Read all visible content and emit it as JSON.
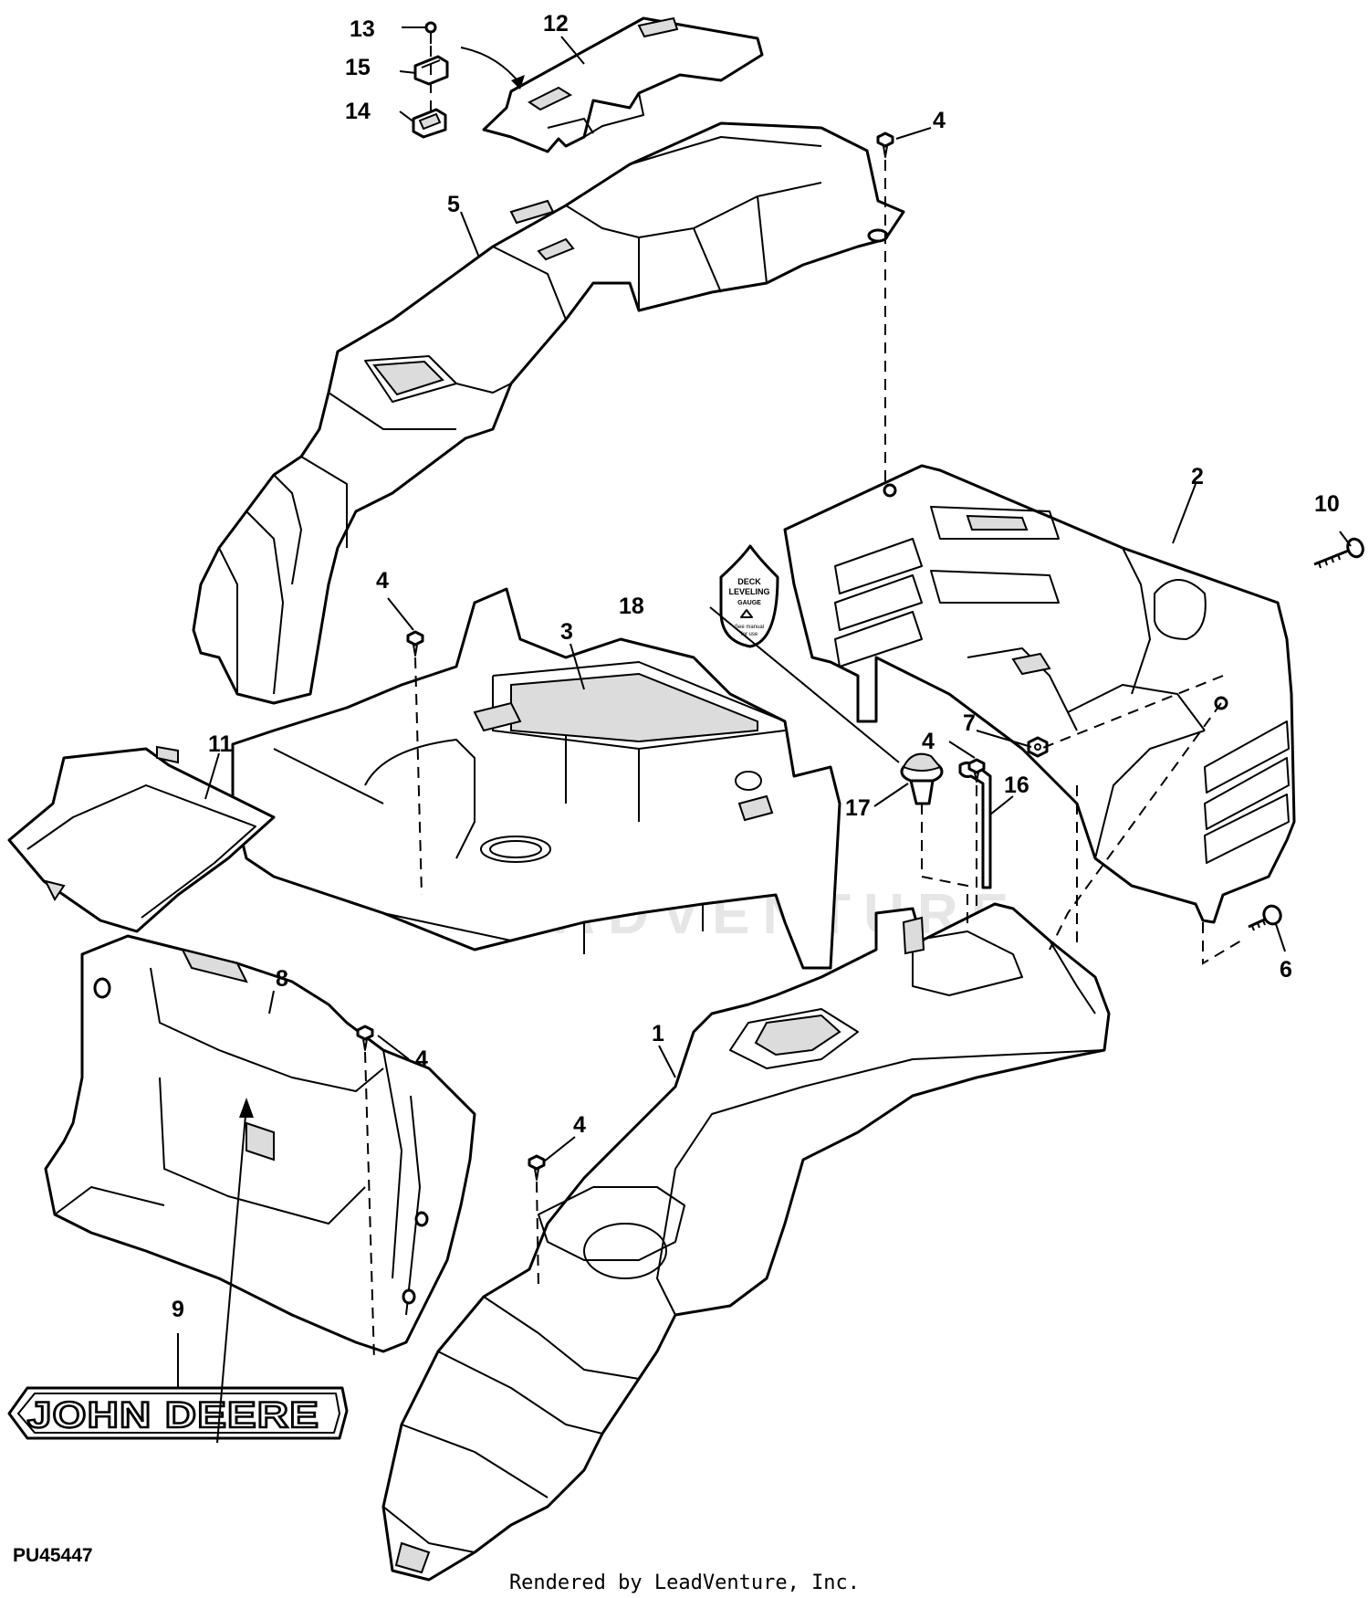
{
  "callouts": {
    "c1": "1",
    "c2": "2",
    "c3": "3",
    "c4a": "4",
    "c4b": "4",
    "c4c": "4",
    "c4d": "4",
    "c4e": "4",
    "c5": "5",
    "c6": "6",
    "c7": "7",
    "c8": "8",
    "c9": "9",
    "c10": "10",
    "c11": "11",
    "c12": "12",
    "c13": "13",
    "c14": "14",
    "c15": "15",
    "c16": "16",
    "c17": "17",
    "c18": "18"
  },
  "decal": {
    "line1": "DECK",
    "line2": "LEVELING",
    "line3": "GAUGE",
    "line4": "See manual",
    "line5": "for use"
  },
  "brand_decal": "JOHN DEERE",
  "watermark": "LEADVENTURE",
  "drawing_id": "PU45447",
  "footer": "Rendered by LeadVenture, Inc."
}
